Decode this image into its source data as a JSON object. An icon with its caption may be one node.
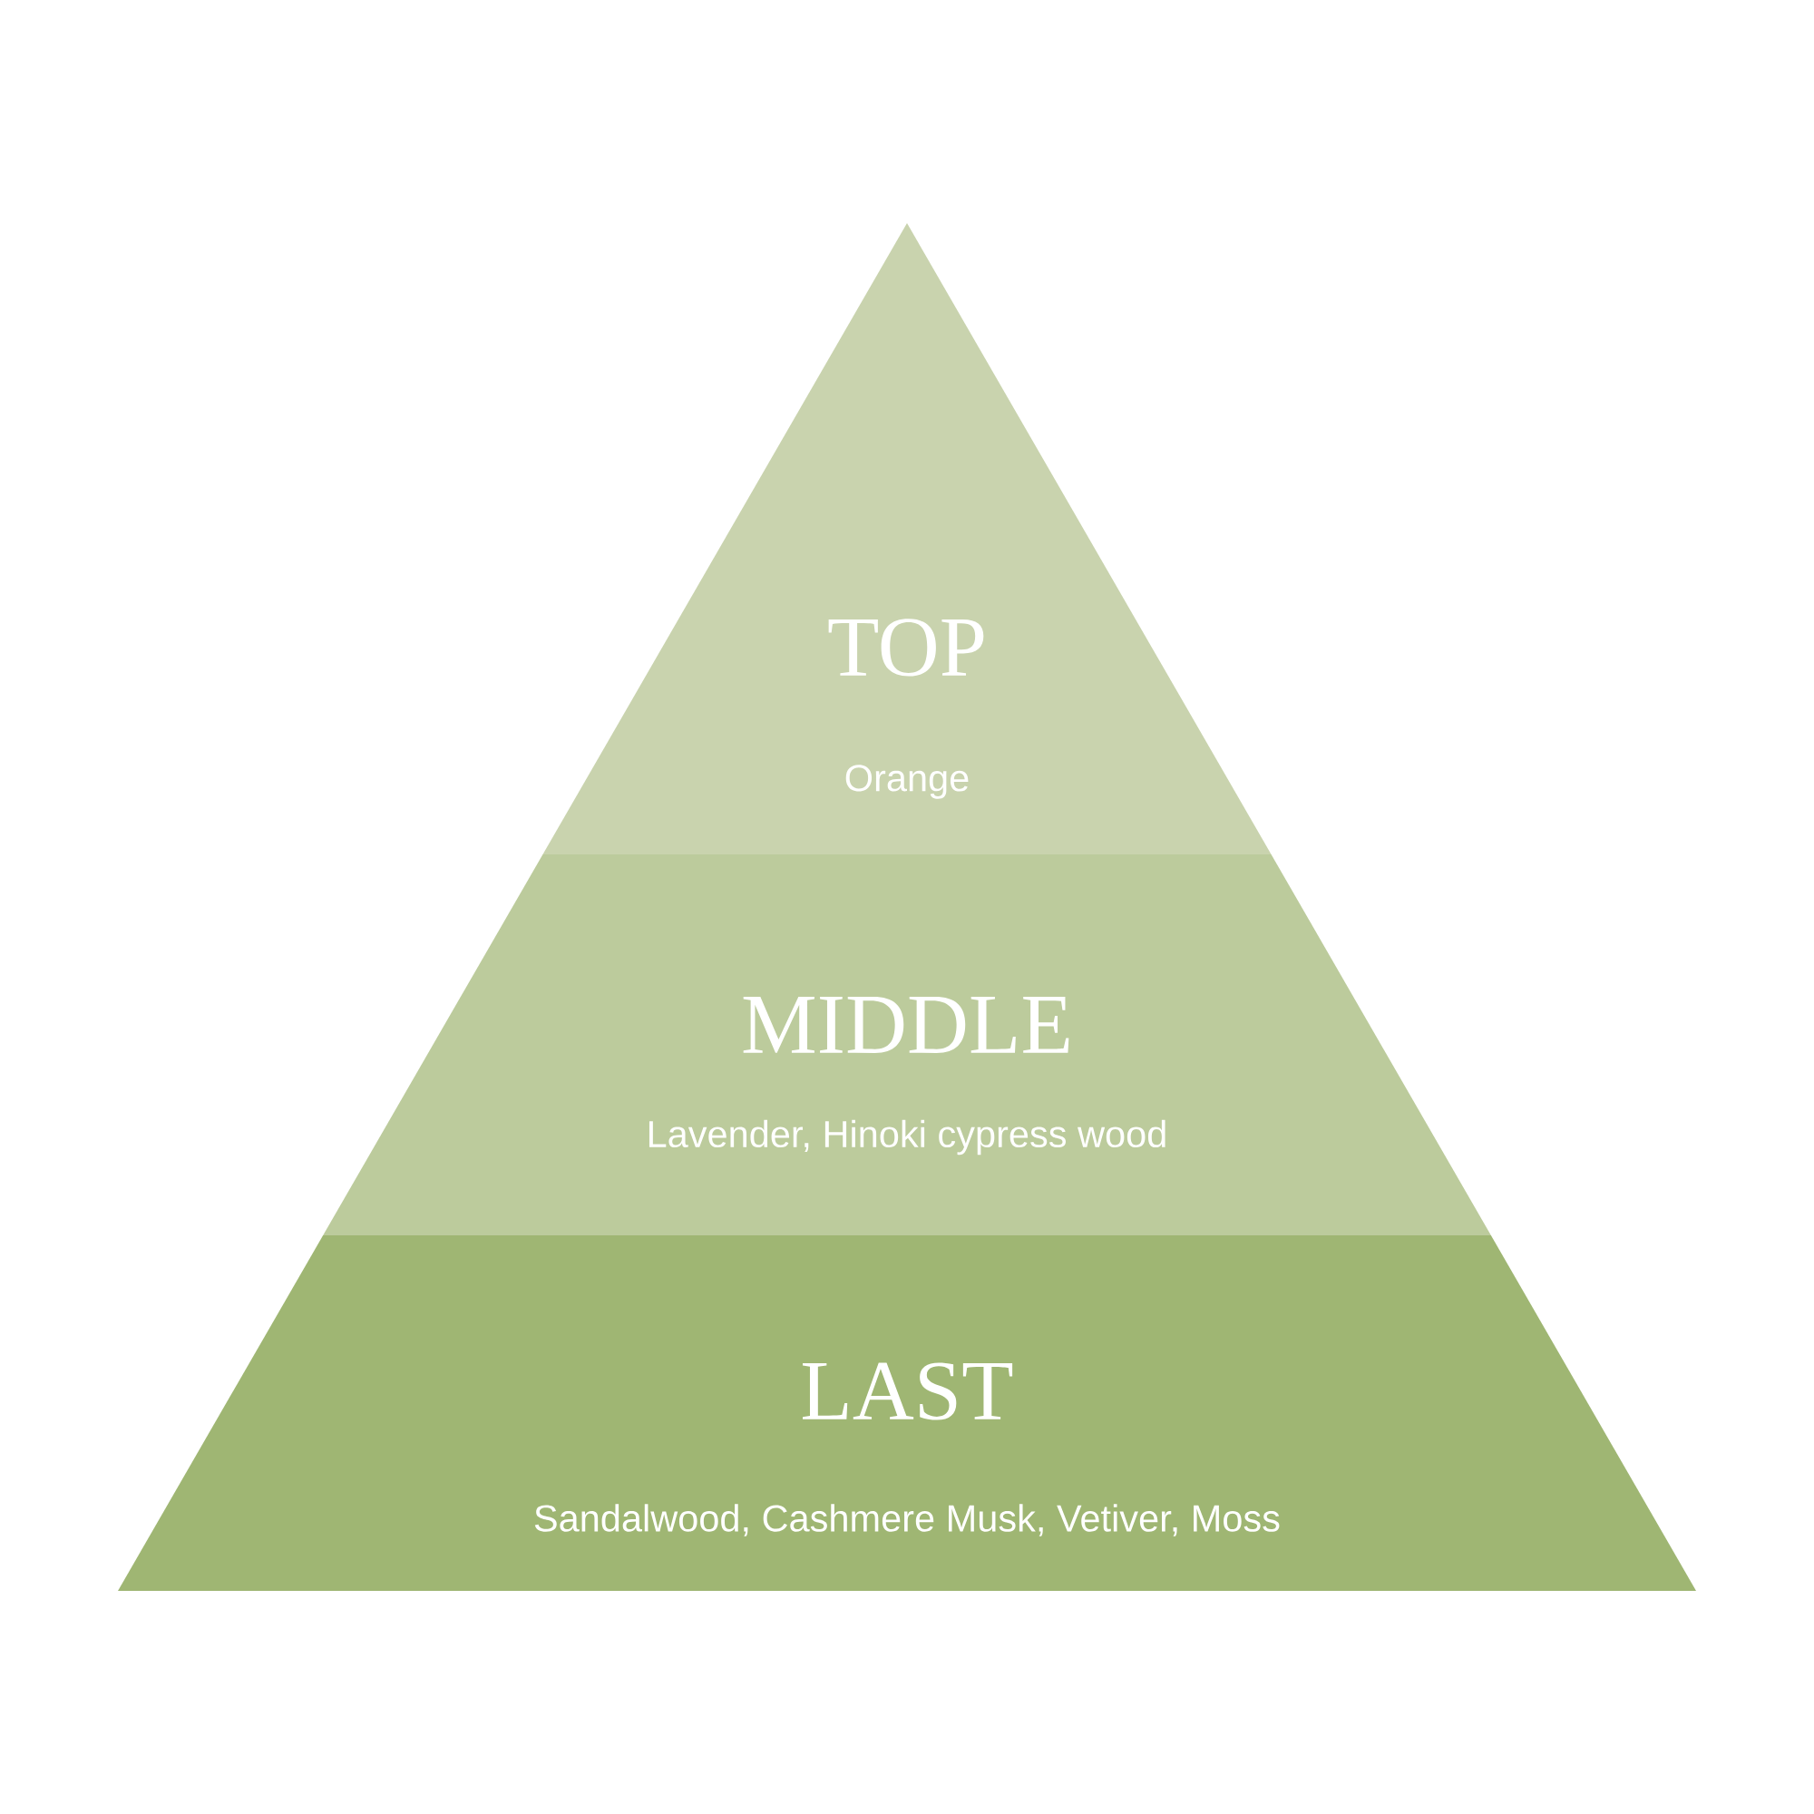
{
  "diagram": {
    "nodes": [
      {
        "text": [
          "TOP",
          "Orange"
        ]
      },
      {
        "text": [
          "MIDDLE",
          "Lavender, Hinoki cypress wood"
        ]
      },
      {
        "text": [
          "LAST",
          "Sandalwood, Cashmere Musk, Vetiver, Moss"
        ]
      }
    ]
  }
}
